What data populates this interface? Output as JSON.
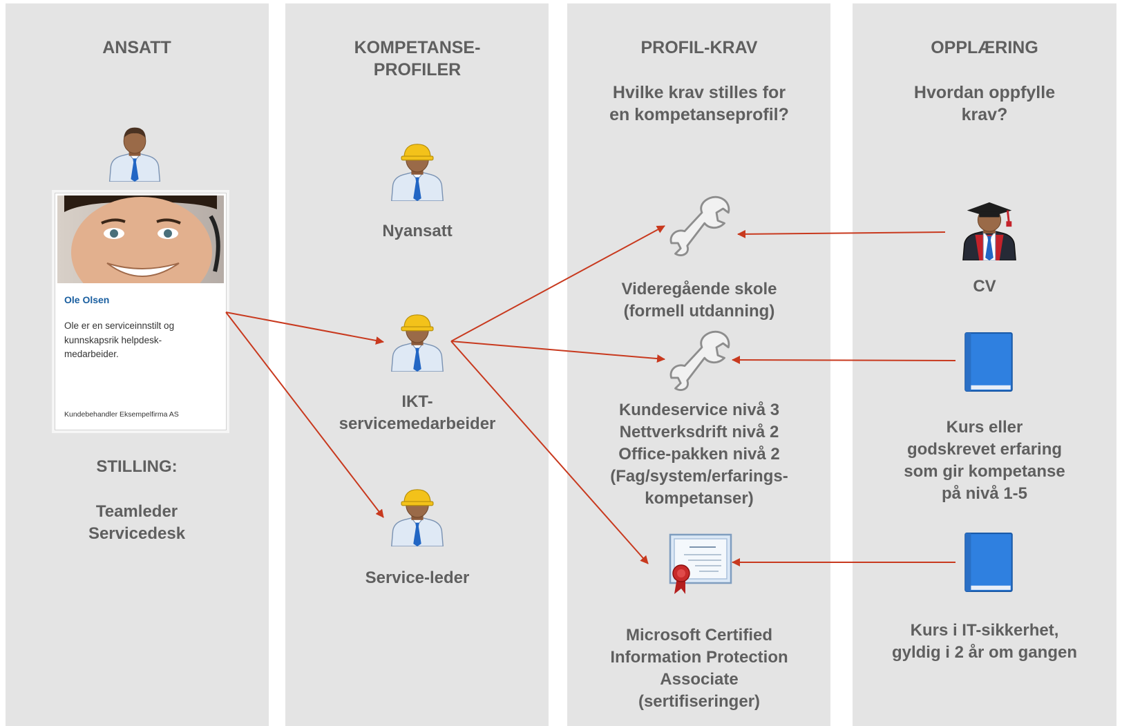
{
  "columns": [
    {
      "title": "ANSATT"
    },
    {
      "title": "KOMPETANSE-\nPROFILER"
    },
    {
      "title": "PROFIL-KRAV",
      "subtitle": "Hvilke krav stilles for\nen kompetanseprofil?"
    },
    {
      "title": "OPPLÆRING",
      "subtitle": "Hvordan oppfylle\nkrav?"
    }
  ],
  "employee": {
    "card": {
      "name": "Ole Olsen",
      "description": "Ole er en serviceinnstilt og kunnskapsrik helpdesk-medarbeider.",
      "footer": "Kundebehandler Eksempelfirma AS"
    },
    "position_label": "STILLING:",
    "position": "Teamleder\nServicedesk"
  },
  "profiles": [
    {
      "label": "Nyansatt",
      "icon": "worker-hardhat-icon"
    },
    {
      "label": "IKT-\nservicemedarbeider",
      "icon": "worker-hardhat-icon"
    },
    {
      "label": "Service-leder",
      "icon": "worker-hardhat-icon"
    }
  ],
  "requirements": [
    {
      "label": "Videregående skole\n(formell utdanning)",
      "icon": "wrench-icon"
    },
    {
      "label": "Kundeservice nivå 3\nNettverksdrift nivå 2\nOffice-pakken nivå 2\n(Fag/system/erfarings-\nkompetanser)",
      "icon": "wrench-icon"
    },
    {
      "label": "Microsoft Certified\nInformation Protection\nAssociate\n(sertifiseringer)",
      "icon": "certificate-icon"
    }
  ],
  "training": [
    {
      "label": "CV",
      "icon": "graduate-icon"
    },
    {
      "label": "Kurs eller\ngodskrevet erfaring\nsom gir kompetanse\npå nivå 1-5",
      "icon": "book-icon"
    },
    {
      "label": "Kurs i IT-sikkerhet,\ngyldig i 2 år om gangen",
      "icon": "book-icon"
    }
  ],
  "colors": {
    "column_bg": "#e4e4e4",
    "text": "#5f5f5f",
    "arrow": "#c8391e",
    "hardhat": "#f3c21a",
    "tie": "#2266c4",
    "book": "#2f80e0"
  }
}
